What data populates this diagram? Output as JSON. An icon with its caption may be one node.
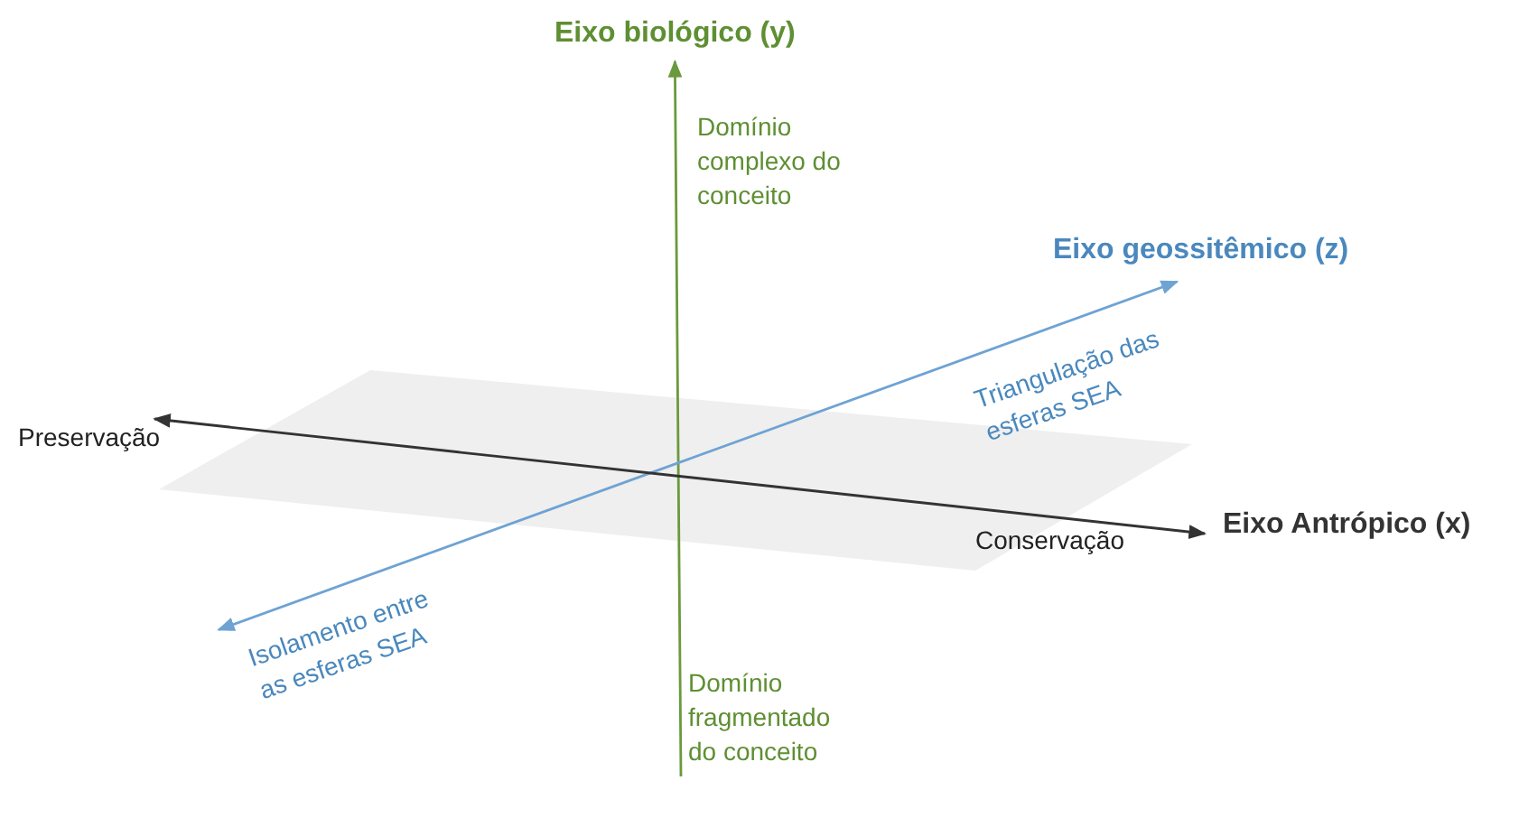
{
  "diagram": {
    "nodes": [
      {
        "text": [
          "Eixo biológico (y)"
        ]
      },
      {
        "text": [
          "Eixo geossitêmico (z)"
        ]
      },
      {
        "text": [
          "Preservação"
        ]
      },
      {
        "text": [
          "Eixo Antrópico (x)"
        ]
      },
      {
        "text": [
          "Isolamento entre as esferas SEA"
        ]
      },
      {
        "text": [
          "Domínio fragmentado do conceito"
        ]
      }
    ],
    "edges": [
      {
        "from": 5,
        "to": 0,
        "arrow": "to",
        "color": "#6a9a3c"
      },
      {
        "from": 4,
        "to": 1,
        "arrow": "both",
        "color": "#6ea3d3"
      },
      {
        "from": 2,
        "to": 3,
        "arrow": "both",
        "color": "#333333"
      }
    ],
    "labels": [
      "Domínio complexo do conceito",
      "Triangulação das esferas SEA",
      "Conservação"
    ]
  }
}
